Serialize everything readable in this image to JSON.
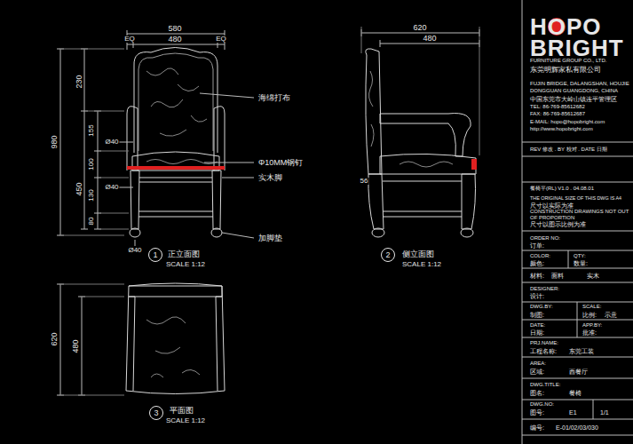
{
  "diagram": {
    "nodes": [
      {
        "text": [
          "1"
        ]
      },
      {
        "text": [
          "2"
        ]
      },
      {
        "text": [
          "3"
        ]
      }
    ],
    "edges": [],
    "labels": [
      "580",
      "EQ",
      "480",
      "EQ",
      "980",
      "230",
      "155",
      "100",
      "450",
      "130",
      "80",
      "Ø40",
      "Ø40",
      "Ø40",
      "海绵打布",
      "Φ10MM钢钉",
      "实木脚",
      "加脚垫",
      "正立面图",
      "SCALE 1:12",
      "620",
      "480",
      "56",
      "侧立面图",
      "SCALE 1:12",
      "620",
      "480",
      "平面图",
      "SCALE 1:12",
      "HOPO",
      "BRIGHT",
      "FURNITURE GROUP CO., LTD.",
      "东莞明辉家私有限公司",
      "FUJIN BRIDGE, DALANGSHAN, HOUJIE",
      "DONGGUAN GUANGDONG, CHINA",
      "中国东莞市大岭山镇连平管理区",
      "TEL: 86-769-85612682",
      "FAX: 86-769-85612687",
      "E-MAIL: hopo@hopobright.com",
      "http://www.hopobright.com",
      "REV 修改 . BY 校对 . DATE 日期",
      "餐椅平(RL) V1.0 . 04.08.01",
      "THE ORIGINAL SIZE OF THIS DWG IS A4",
      "尺寸以实际为准",
      "CONSTRUCTION DRAWINGS NOT OUT",
      "OF PROPORTION",
      "尺寸以图示比例为准",
      "ORDER NO:",
      "订单:",
      "COLOR:",
      "QTY:",
      "颜色:",
      "数量:",
      "材料:",
      "面料",
      "实木",
      "DESIGNER:",
      "设计:",
      "DWG.BY:",
      "SCALE:",
      "制图:",
      "比例:",
      "示意",
      "DATE:",
      "APP.BY:",
      "日期:",
      "批准:",
      "PRJ.NAME:",
      "工程名称:",
      "东莞工装",
      "AREA:",
      "区域:",
      "西餐厅",
      "DWG.TITLE:",
      "图名:",
      "餐椅",
      "DWG.NO:",
      "图号:",
      "E1",
      "1/1",
      "编号:",
      "E-01/02/03/030"
    ]
  }
}
